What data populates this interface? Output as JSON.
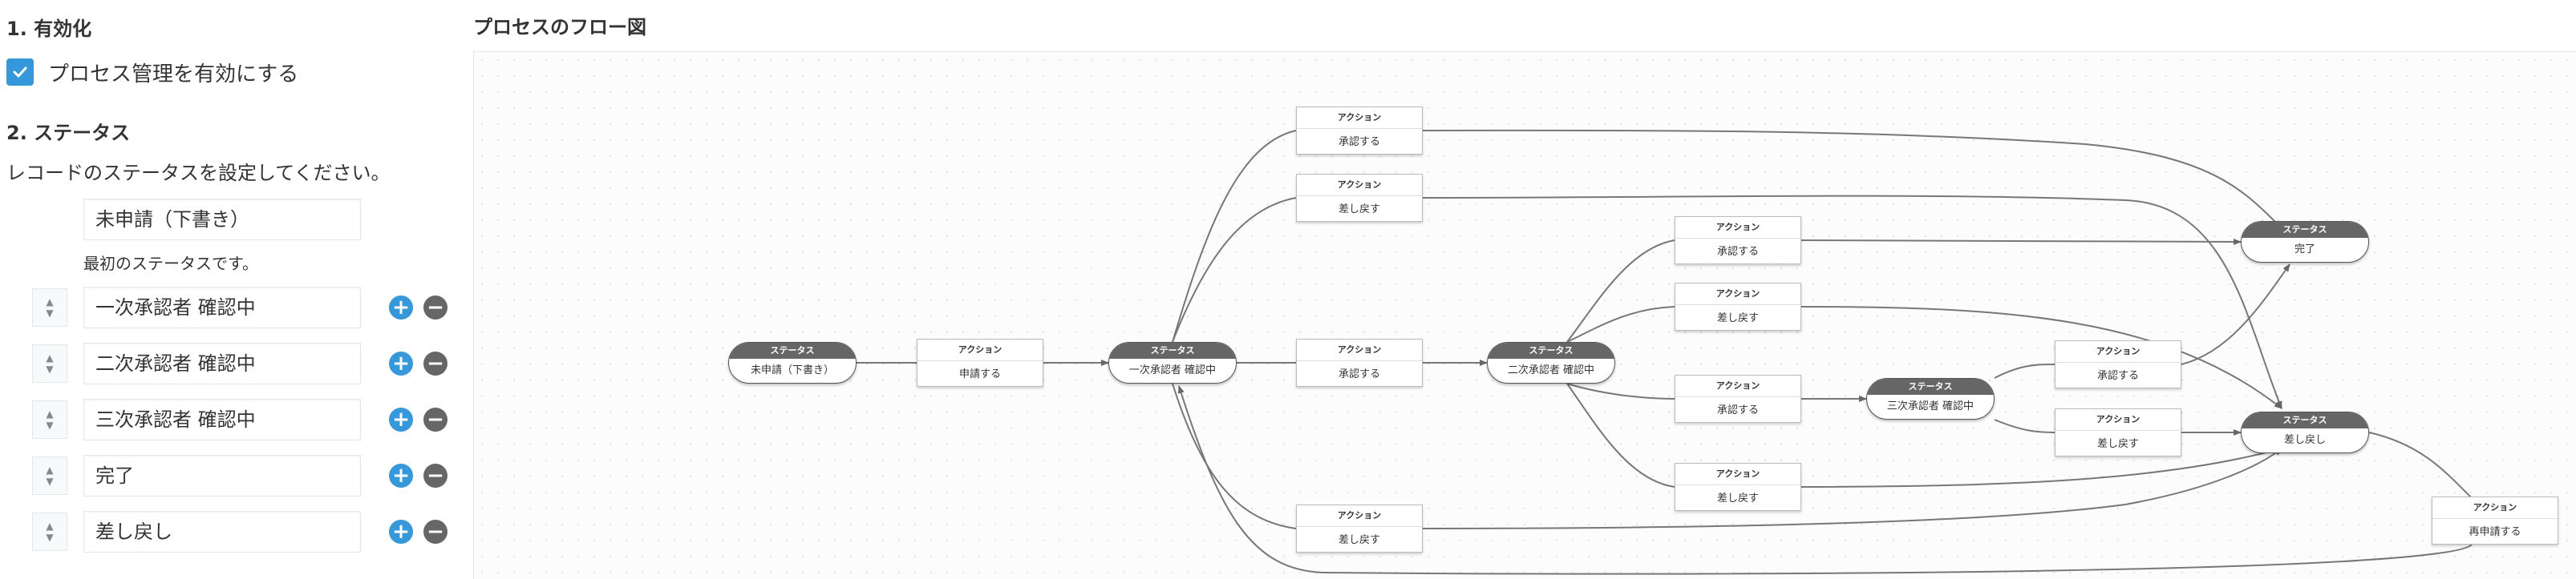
{
  "left": {
    "section1_title": "1. 有効化",
    "enable_label": "プロセス管理を有効にする",
    "enable_checked": true,
    "section2_title": "2. ステータス",
    "description": "レコードのステータスを設定してください。",
    "first_status": "未申請（下書き）",
    "first_note": "最初のステータスです。",
    "statuses": [
      "一次承認者 確認中",
      "二次承認者 確認中",
      "三次承認者 確認中",
      "完了",
      "差し戻し"
    ]
  },
  "flow": {
    "title": "プロセスのフロー図",
    "status_header": "ステータス",
    "action_header": "アクション",
    "statuses": {
      "s0": "未申請（下書き）",
      "s1": "一次承認者 確認中",
      "s2": "二次承認者 確認中",
      "s3": "三次承認者 確認中",
      "done": "完了",
      "back": "差し戻し"
    },
    "actions": {
      "a_submit": "申請する",
      "a1_approve_done": "承認する",
      "a1_back_top": "差し戻す",
      "a1_approve": "承認する",
      "a1_back_bottom": "差し戻す",
      "a2_approve_done": "承認する",
      "a2_back_top": "差し戻す",
      "a2_approve": "承認する",
      "a2_back_bottom": "差し戻す",
      "a3_approve": "承認する",
      "a3_back": "差し戻す",
      "a_resubmit": "再申請する"
    }
  }
}
